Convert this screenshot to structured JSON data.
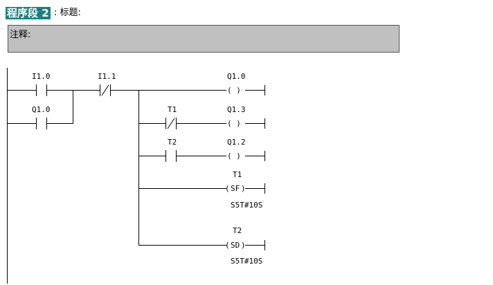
{
  "network": {
    "label": "程序段 2",
    "title_label": ": 标题:",
    "comment_label": "注释:"
  },
  "contacts": {
    "i10": "I1.0",
    "q10_hold": "Q1.0",
    "i11": "I1.1",
    "t1": "T1",
    "t2": "T2"
  },
  "coils": {
    "q10": {
      "address": "Q1.0",
      "symbol": "( )"
    },
    "q13": {
      "address": "Q1.3",
      "symbol": "( )"
    },
    "q12": {
      "address": "Q1.2",
      "symbol": "( )"
    },
    "t1_sf": {
      "address": "T1",
      "symbol": "SF",
      "preset": "S5T#10S"
    },
    "t2_sd": {
      "address": "T2",
      "symbol": "SD",
      "preset": "S5T#10S"
    }
  }
}
